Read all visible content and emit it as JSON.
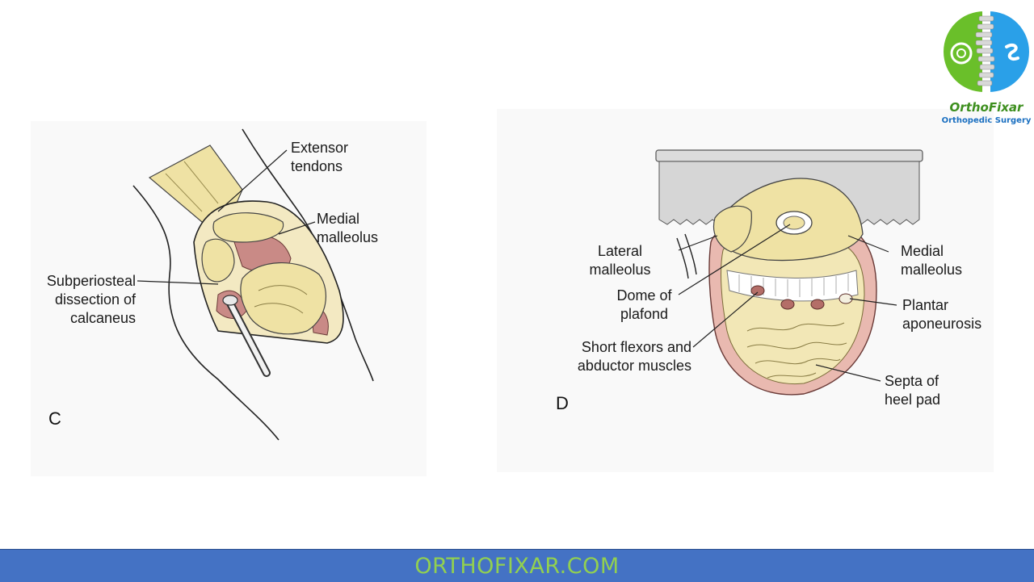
{
  "figure_c": {
    "letter": "C",
    "labels": {
      "extensor_line1": "Extensor",
      "extensor_line2": "tendons",
      "medial_line1": "Medial",
      "medial_line2": "malleolus",
      "subperiosteal_line1": "Subperiosteal",
      "subperiosteal_line2": "dissection of",
      "subperiosteal_line3": "calcaneus"
    }
  },
  "figure_d": {
    "letter": "D",
    "labels": {
      "lateral_line1": "Lateral",
      "lateral_line2": "malleolus",
      "dome_line1": "Dome of",
      "dome_line2": "plafond",
      "short_line1": "Short flexors and",
      "short_line2": "abductor muscles",
      "medial_line1": "Medial",
      "medial_line2": "malleolus",
      "plantar_line1": "Plantar",
      "plantar_line2": "aponeurosis",
      "septa_line1": "Septa of",
      "septa_line2": "heel pad"
    }
  },
  "logo": {
    "name": "OrthoFixar",
    "subtitle": "Orthopedic Surgery",
    "colors": {
      "green": "#6abf2a",
      "blue": "#2aa0e8"
    }
  },
  "footer": {
    "text": "ORTHOFIXAR.COM"
  },
  "colors": {
    "bone": "#efe2a4",
    "muscle": "#c98a86",
    "footer_bg": "#4472c4",
    "footer_text": "#92d050"
  }
}
